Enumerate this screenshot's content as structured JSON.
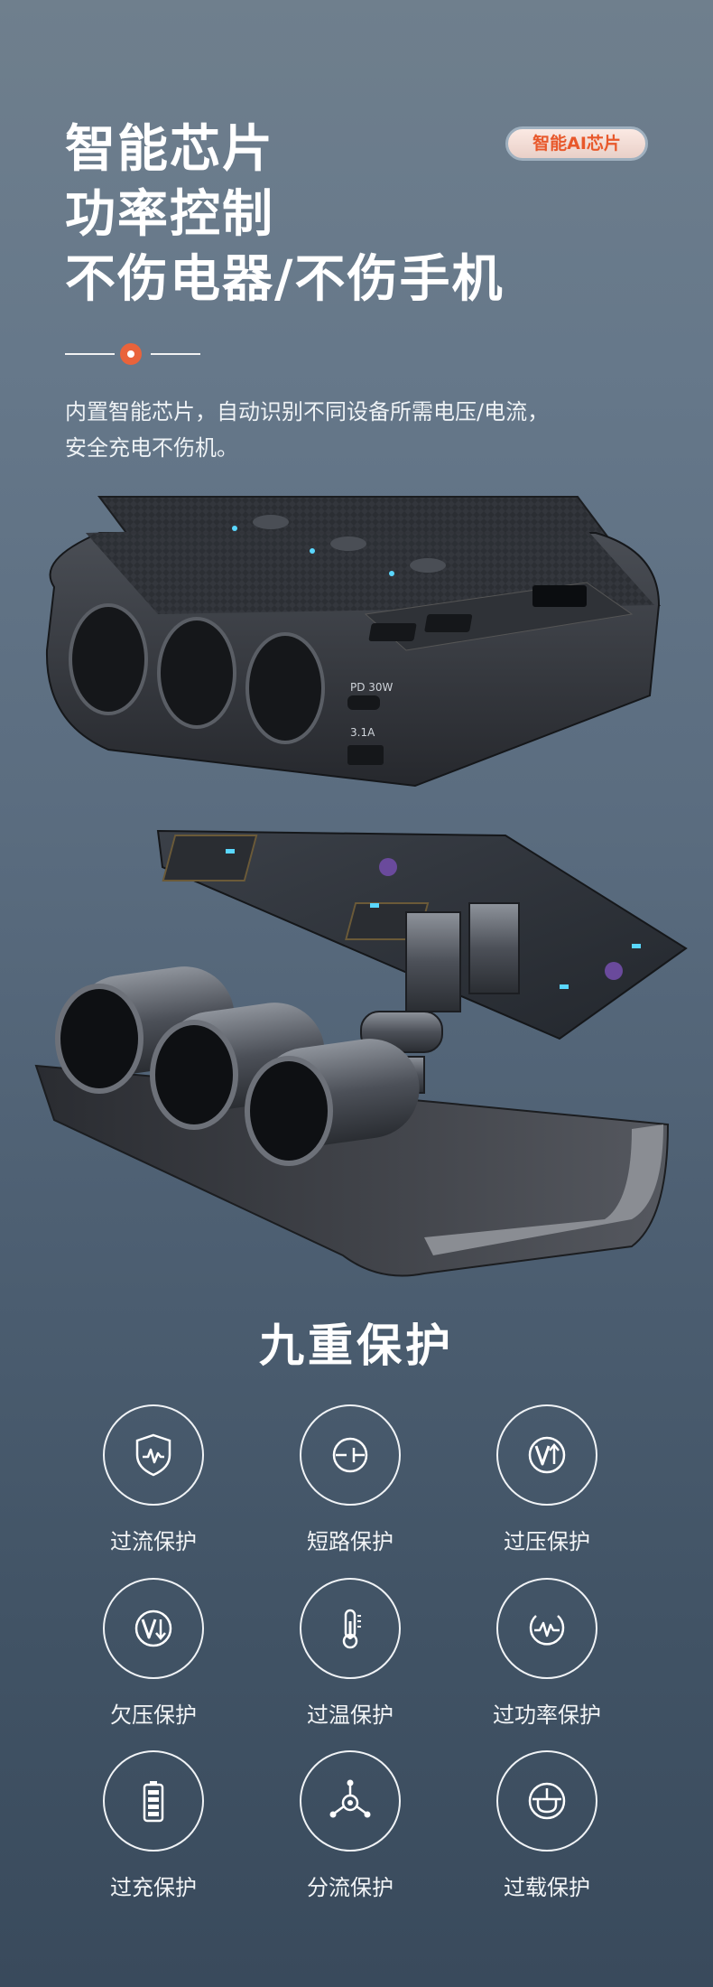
{
  "headline": [
    "智能芯片",
    "功率控制",
    "不伤电器/不伤手机"
  ],
  "badge": "智能AI芯片",
  "description": [
    "内置智能芯片，自动识别不同设备所需电压/电流，",
    "安全充电不伤机。"
  ],
  "product_labels": {
    "power": "PD 30W",
    "current": "3.1A"
  },
  "section_title": "九重保护",
  "features": [
    {
      "label": "过流保护",
      "icon": "shield-wave-icon"
    },
    {
      "label": "短路保护",
      "icon": "short-circuit-icon"
    },
    {
      "label": "过压保护",
      "icon": "voltage-up-icon"
    },
    {
      "label": "欠压保护",
      "icon": "voltage-down-icon"
    },
    {
      "label": "过温保护",
      "icon": "thermometer-icon"
    },
    {
      "label": "过功率保护",
      "icon": "power-wave-icon"
    },
    {
      "label": "过充保护",
      "icon": "battery-icon"
    },
    {
      "label": "分流保护",
      "icon": "split-flow-icon"
    },
    {
      "label": "过载保护",
      "icon": "overload-icon"
    }
  ],
  "colors": {
    "accent": "#e9633b",
    "badge_text": "#e8582b"
  }
}
